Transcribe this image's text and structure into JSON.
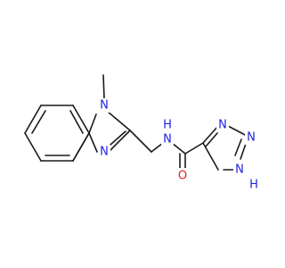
{
  "molecule": {
    "colors": {
      "bond": "#1a1a1a",
      "nitrogen": "#2020e0",
      "oxygen": "#e02020"
    },
    "labels": {
      "n1": "N",
      "n3": "N",
      "n_amide": "N",
      "h_amide": "H",
      "o": "O",
      "n_t1": "N",
      "n_t2": "N",
      "n_t3": "N",
      "h_t3": "H"
    }
  }
}
